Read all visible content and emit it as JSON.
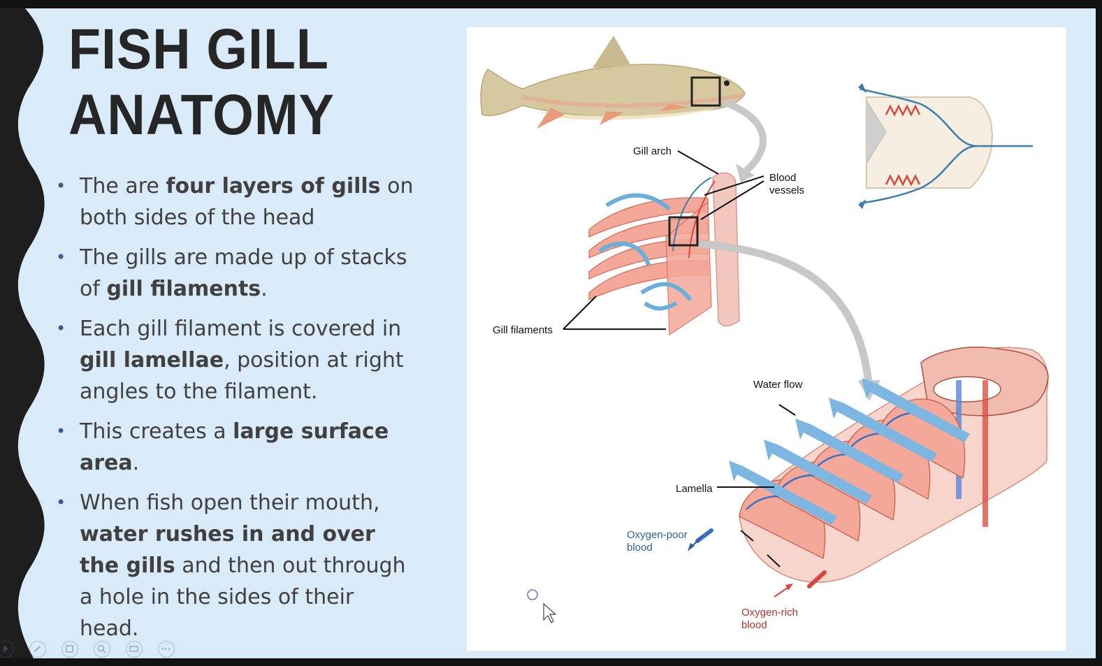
{
  "slide": {
    "title_line1": "FISH GILL",
    "title_line2": "ANATOMY",
    "bullets": [
      {
        "parts": [
          {
            "t": "The are "
          },
          {
            "t": "four layers of gills",
            "b": true
          },
          {
            "t": " on both sides of the head"
          }
        ]
      },
      {
        "parts": [
          {
            "t": "The gills are made up of stacks of "
          },
          {
            "t": "gill filaments",
            "b": true
          },
          {
            "t": "."
          }
        ]
      },
      {
        "parts": [
          {
            "t": "Each gill filament is covered in "
          },
          {
            "t": "gill lamellae",
            "b": true
          },
          {
            "t": ", position at right angles to the filament."
          }
        ]
      },
      {
        "parts": [
          {
            "t": "This creates a "
          },
          {
            "t": "large surface area",
            "b": true
          },
          {
            "t": "."
          }
        ]
      },
      {
        "parts": [
          {
            "t": "When fish open their mouth, "
          },
          {
            "t": "water rushes in and over the gills",
            "b": true
          },
          {
            "t": " and then out through a hole in the sides of their head."
          }
        ]
      }
    ]
  },
  "figure": {
    "labels": {
      "gill_arch": "Gill arch",
      "blood_vessels_1": "Blood",
      "blood_vessels_2": "vessels",
      "gill_filaments": "Gill filaments",
      "water_flow": "Water flow",
      "lamella": "Lamella",
      "oxygen_poor_1": "Oxygen-poor",
      "oxygen_poor_2": "blood",
      "oxygen_rich_1": "Oxygen-rich",
      "oxygen_rich_2": "blood"
    }
  },
  "toolbar": {
    "icons": [
      "play-icon",
      "pen-icon",
      "slides-icon",
      "zoom-icon",
      "subtitles-icon",
      "more-icon"
    ]
  },
  "colors": {
    "slide_bg": "#d9ebf8",
    "title": "#262626",
    "water_blue": "#6aaedc",
    "vessel_red": "#d9473c",
    "vessel_blue": "#3d6fc4"
  }
}
